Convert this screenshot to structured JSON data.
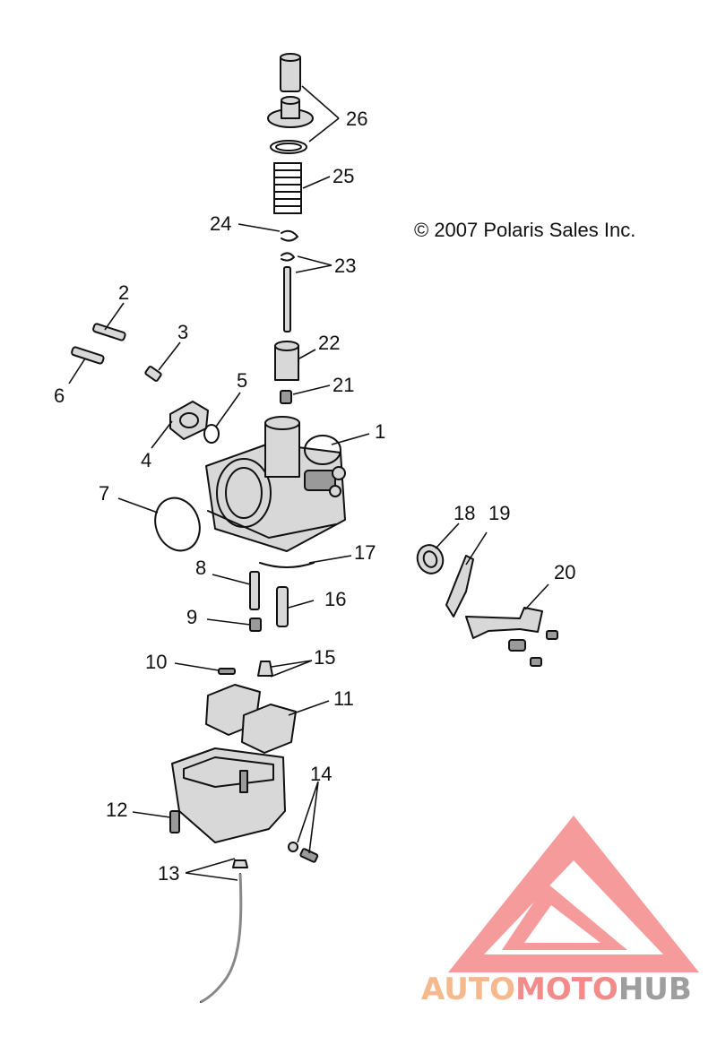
{
  "copyright": "© 2007 Polaris Sales Inc.",
  "callouts": [
    "1",
    "2",
    "3",
    "4",
    "5",
    "6",
    "7",
    "8",
    "9",
    "10",
    "11",
    "12",
    "13",
    "14",
    "15",
    "16",
    "17",
    "18",
    "19",
    "20",
    "21",
    "22",
    "23",
    "24",
    "25",
    "26"
  ],
  "watermark": {
    "part1": "AUTO",
    "part2": "MOTO",
    "part3": "HUB",
    "colors": {
      "auto": "#f6b98d",
      "moto": "#f38b8b",
      "hub": "#9e9e9e",
      "logo": "#f48a8a"
    }
  }
}
